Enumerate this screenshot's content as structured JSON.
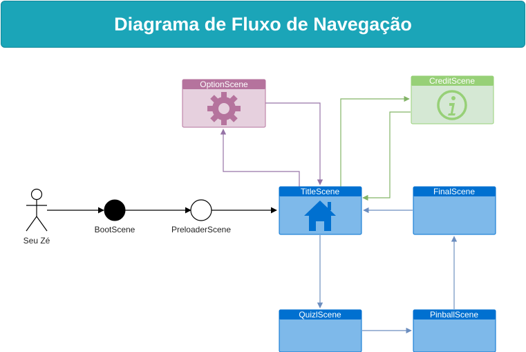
{
  "title": "Diagrama de Fluxo de Navegação",
  "actor": {
    "label": "Seu Zé"
  },
  "nodes": {
    "boot": "BootScene",
    "preloader": "PreloaderScene",
    "option": "OptionScene",
    "credit": "CreditScene",
    "title": "TitleScene",
    "final": "FinalScene",
    "quiz": "QuizlScene",
    "pinball": "PinballScene"
  },
  "colors": {
    "header_bar": "#1ba5b8",
    "option_header": "#b5739d",
    "option_body": "#e6d0de",
    "credit_header": "#97d077",
    "credit_body": "#d5e8d4",
    "scene_header": "#0070d0",
    "scene_body": "#7eb9ea",
    "edge_option": "#9673a6",
    "edge_credit": "#82b366",
    "edge_scene": "#6c8ebf"
  },
  "icons": {
    "option": "gear-icon",
    "credit": "info-icon",
    "title": "home-icon"
  }
}
